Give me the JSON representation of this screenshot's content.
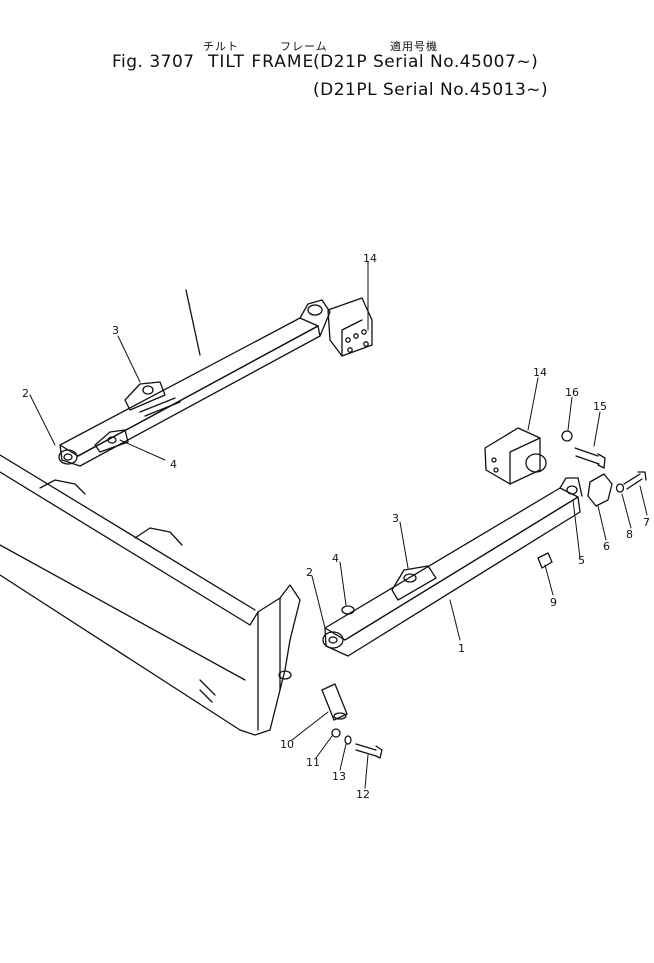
{
  "header": {
    "fig_label": "Fig. 3707",
    "name_en": "TILT  FRAME",
    "name_jp_1": "チルト",
    "name_jp_2": "フレーム",
    "applicable_jp": "適用号機",
    "serial_1": "(D21P  Serial No.45007~)",
    "serial_2": "(D21PL Serial No.45013~)"
  },
  "callouts": [
    {
      "key": "c14a",
      "text": "14"
    },
    {
      "key": "c3a",
      "text": "3"
    },
    {
      "key": "c2a",
      "text": "2"
    },
    {
      "key": "c4a",
      "text": "4"
    },
    {
      "key": "c14b",
      "text": "14"
    },
    {
      "key": "c16",
      "text": "16"
    },
    {
      "key": "c15",
      "text": "15"
    },
    {
      "key": "c7",
      "text": "7"
    },
    {
      "key": "c8",
      "text": "8"
    },
    {
      "key": "c6",
      "text": "6"
    },
    {
      "key": "c5",
      "text": "5"
    },
    {
      "key": "c3b",
      "text": "3"
    },
    {
      "key": "c4b",
      "text": "4"
    },
    {
      "key": "c2b",
      "text": "2"
    },
    {
      "key": "c9",
      "text": "9"
    },
    {
      "key": "c1",
      "text": "1"
    },
    {
      "key": "c10",
      "text": "10"
    },
    {
      "key": "c11",
      "text": "11"
    },
    {
      "key": "c13",
      "text": "13"
    },
    {
      "key": "c12",
      "text": "12"
    }
  ]
}
